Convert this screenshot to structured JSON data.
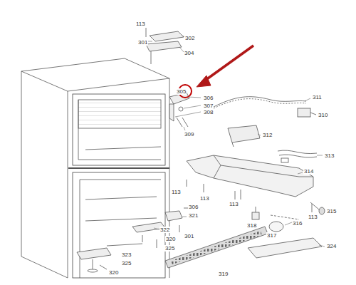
{
  "diagram": {
    "labels": [
      "113",
      "302",
      "301",
      "304",
      "305",
      "306",
      "307",
      "308",
      "309",
      "311",
      "310",
      "312",
      "313",
      "314",
      "113",
      "113",
      "113",
      "113",
      "315",
      "316",
      "317",
      "318",
      "306",
      "321",
      "301",
      "322",
      "320",
      "325",
      "319",
      "323",
      "325",
      "320",
      "324"
    ]
  }
}
